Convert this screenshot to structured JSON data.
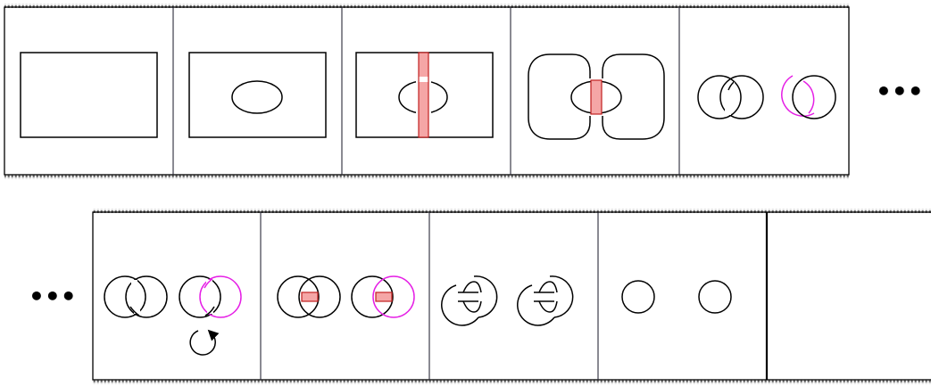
{
  "continuation_marks": [
    "•••",
    "•••"
  ],
  "colors": {
    "stroke": "#000000",
    "highlight_component": "#e51fe5",
    "band_fill": "#f5a6a6",
    "band_stroke": "#c02020"
  },
  "filmstrip": {
    "rows": [
      {
        "frames": [
          "rectangle",
          "rectangle-with-oval",
          "band-attached",
          "band-surgery",
          "hopf-link-pair"
        ]
      },
      {
        "frames": [
          "hopf-link-pair-rotation",
          "bands-attached",
          "band-surgery-result",
          "two-unknots",
          "empty"
        ]
      }
    ]
  }
}
